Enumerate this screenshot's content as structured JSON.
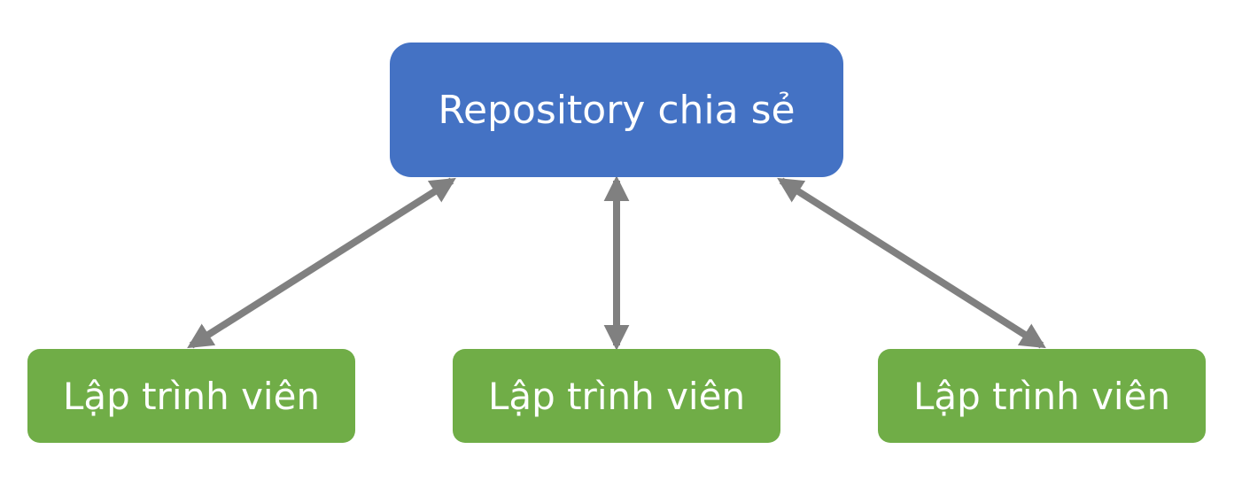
{
  "diagram": {
    "shared_repository": {
      "label": "Repository chia sẻ",
      "color": "#4472C4"
    },
    "developers": [
      {
        "label": "Lập trình viên",
        "color": "#70AD47"
      },
      {
        "label": "Lập trình viên",
        "color": "#70AD47"
      },
      {
        "label": "Lập trình viên",
        "color": "#70AD47"
      }
    ],
    "connector_color": "#808080",
    "connectors": [
      {
        "from": "shared_repository",
        "to": "developers.0",
        "direction": "both"
      },
      {
        "from": "shared_repository",
        "to": "developers.1",
        "direction": "both"
      },
      {
        "from": "shared_repository",
        "to": "developers.2",
        "direction": "both"
      }
    ]
  }
}
